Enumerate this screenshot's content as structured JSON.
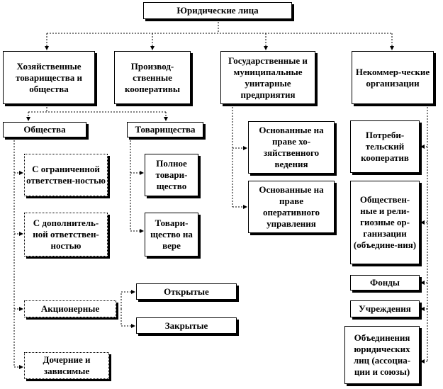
{
  "root": "Юридические лица",
  "level1": {
    "commercial": "Хозяйственные товарищества и общества",
    "cooperatives": "Производ-ственные кооперативы",
    "unitary": "Государственные и муниципальные унитарные предприятия",
    "noncommercial": "Некоммер-ческие организации"
  },
  "companies": {
    "header": "Общества",
    "llc": "С ограниченной ответствен-ностью",
    "alc": "С дополнитель-ной ответствен-ностью",
    "joint_stock": "Акционерные",
    "subsidiary": "Дочерние и зависимые"
  },
  "joint_stock_types": {
    "open": "Открытые",
    "closed": "Закрытые"
  },
  "partnerships": {
    "header": "Товарищества",
    "full": "Полное товари-щество",
    "limited": "Товари-щество на вере"
  },
  "unitary_types": {
    "economic": "Основанные на праве хо-зяйственного ведения",
    "operational": "Основанные на праве оперативного управления"
  },
  "noncommercial_types": {
    "consumer_coop": "Потреби-тельский кооператив",
    "public_religious": "Обществен-ные и рели-гиозные ор-ганизации (объедине-ния)",
    "funds": "Фонды",
    "institutions": "Учреждения",
    "associations": "Объединения юридических лиц (ассоциа-ции и союзы)"
  }
}
